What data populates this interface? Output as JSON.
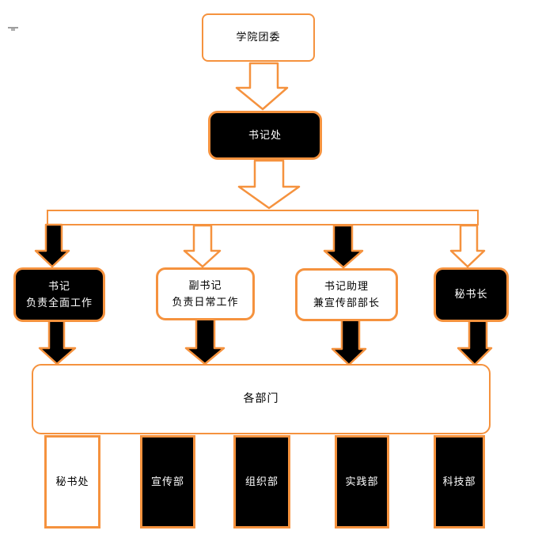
{
  "window": {
    "background": "#ffffff"
  },
  "colors": {
    "accent_orange": "#F5923E",
    "node_black": "#000000",
    "node_white": "#ffffff",
    "text_on_black": "#ffffff",
    "text_on_white": "#000000",
    "artifact_gray": "#9e9e9e"
  },
  "org_chart": {
    "title_node": {
      "label": "学院团委",
      "fill": "white"
    },
    "secretariat_node": {
      "label": "书记处",
      "fill": "black"
    },
    "leader_nodes": [
      {
        "line1": "书记",
        "line2": "负责全面工作",
        "fill": "black"
      },
      {
        "line1": "副书记",
        "line2": "负责日常工作",
        "fill": "white"
      },
      {
        "line1": "书记助理",
        "line2": "兼宣传部部长",
        "fill": "white"
      },
      {
        "line1": "秘书长",
        "line2": "",
        "fill": "black"
      }
    ],
    "departments_node": {
      "label": "各部门",
      "fill": "white"
    },
    "department_nodes": [
      {
        "label": "秘书处",
        "fill": "white"
      },
      {
        "label": "宣传部",
        "fill": "black"
      },
      {
        "label": "组织部",
        "fill": "black"
      },
      {
        "label": "实践部",
        "fill": "black"
      },
      {
        "label": "科技部",
        "fill": "black"
      }
    ],
    "arrows": [
      {
        "name": "root-to-secretariat",
        "fill": "white"
      },
      {
        "name": "secretariat-to-bar",
        "fill": "white"
      },
      {
        "name": "bar-to-leader-1",
        "fill": "black"
      },
      {
        "name": "bar-to-leader-2",
        "fill": "white"
      },
      {
        "name": "bar-to-leader-3",
        "fill": "black"
      },
      {
        "name": "bar-to-leader-4",
        "fill": "white"
      },
      {
        "name": "leader-1-to-departments",
        "fill": "black"
      },
      {
        "name": "leader-2-to-departments",
        "fill": "black"
      },
      {
        "name": "leader-3-to-departments",
        "fill": "black"
      },
      {
        "name": "leader-4-to-departments",
        "fill": "black"
      }
    ]
  }
}
